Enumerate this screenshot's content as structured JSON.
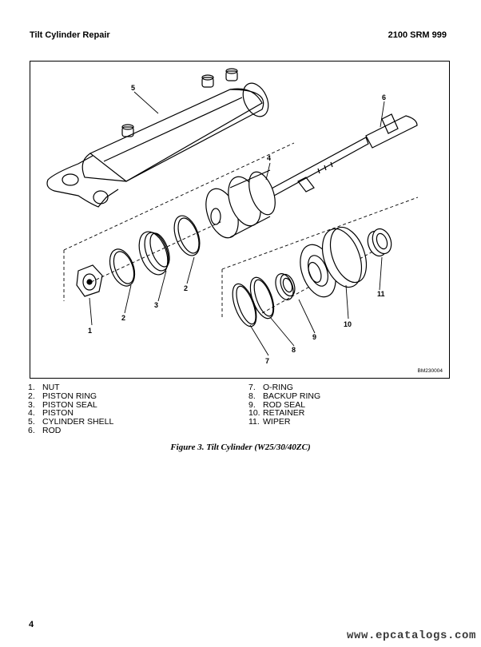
{
  "header": {
    "left_title": "Tilt Cylinder Repair",
    "right_title": "2100 SRM 999"
  },
  "figure": {
    "code": "BM230004",
    "callouts": [
      "1",
      "2",
      "2",
      "3",
      "4",
      "5",
      "6",
      "7",
      "8",
      "9",
      "10",
      "11"
    ],
    "caption": "Figure 3. Tilt Cylinder (W25/30/40ZC)"
  },
  "legend": {
    "left": [
      {
        "num": "1.",
        "label": "NUT"
      },
      {
        "num": "2.",
        "label": "PISTON RING"
      },
      {
        "num": "3.",
        "label": "PISTON SEAL"
      },
      {
        "num": "4.",
        "label": "PISTON"
      },
      {
        "num": "5.",
        "label": "CYLINDER SHELL"
      },
      {
        "num": "6.",
        "label": "ROD"
      }
    ],
    "right": [
      {
        "num": "7.",
        "label": "O-RING"
      },
      {
        "num": "8.",
        "label": "BACKUP RING"
      },
      {
        "num": "9.",
        "label": "ROD SEAL"
      },
      {
        "num": "10.",
        "label": "RETAINER"
      },
      {
        "num": "11.",
        "label": "WIPER"
      }
    ]
  },
  "footer": {
    "page_number": "4",
    "watermark": "www.epcatalogs.com"
  }
}
